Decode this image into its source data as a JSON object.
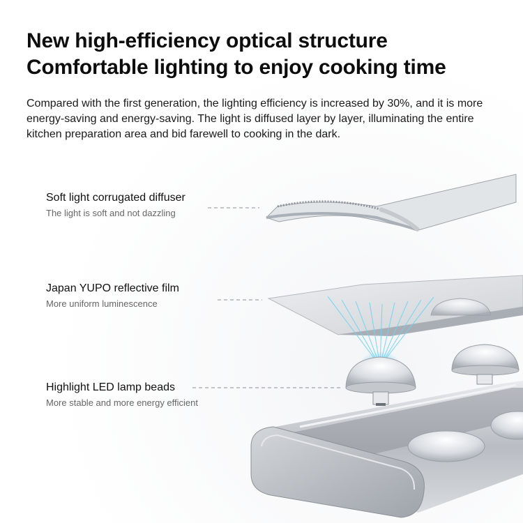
{
  "headline": {
    "line1": "New high-efficiency optical structure",
    "line2": "Comfortable lighting to enjoy cooking time"
  },
  "intro": "Compared with the first generation, the lighting efficiency is increased by 30%, and it is more energy-saving and energy-saving. The light is diffused layer by layer, illuminating the entire kitchen preparation area and bid farewell to cooking in the dark.",
  "layers": [
    {
      "title": "Soft light corrugated diffuser",
      "subtitle": "The light is soft and not dazzling"
    },
    {
      "title": "Japan YUPO reflective film",
      "subtitle": "More uniform luminescence"
    },
    {
      "title": "Highlight LED lamp beads",
      "subtitle": "More stable and more energy efficient"
    }
  ],
  "colors": {
    "beam": "#7fd4f2",
    "aluminium": "#c8cbd0",
    "text": "#111111",
    "subtext": "#666666"
  }
}
